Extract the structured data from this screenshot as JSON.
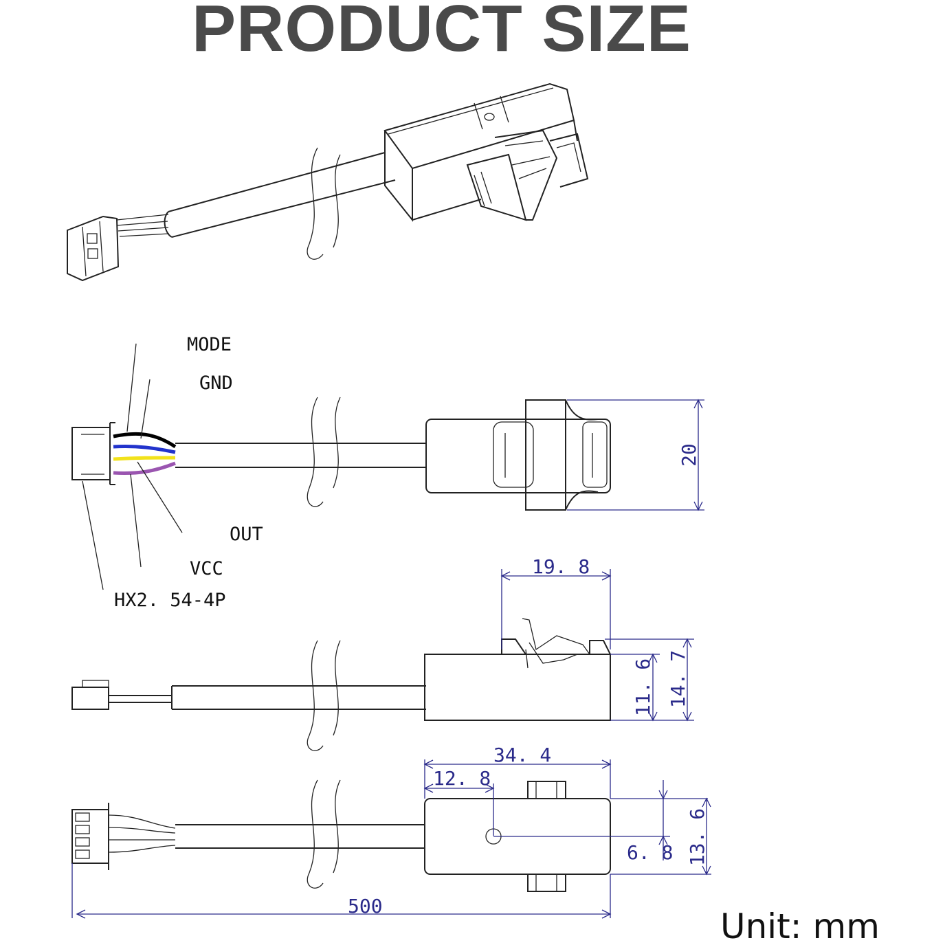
{
  "title": "PRODUCT SIZE",
  "unit": "Unit: mm",
  "pins": {
    "mode": "MODE",
    "gnd": "GND",
    "out": "OUT",
    "vcc": "VCC",
    "connector": "HX2. 54-4P"
  },
  "wire_colors": {
    "mode": "#000000",
    "gnd": "#2233cc",
    "out": "#f2e21a",
    "vcc": "#9a55b0"
  },
  "dimensions": {
    "height_front": "20",
    "clip_width": "19. 8",
    "body_height": "11. 6",
    "total_height": "14. 7",
    "body_length": "34. 4",
    "hole_offset": "12. 8",
    "hole_vertical": "6. 8",
    "body_width": "13. 6",
    "cable_length": "500"
  }
}
